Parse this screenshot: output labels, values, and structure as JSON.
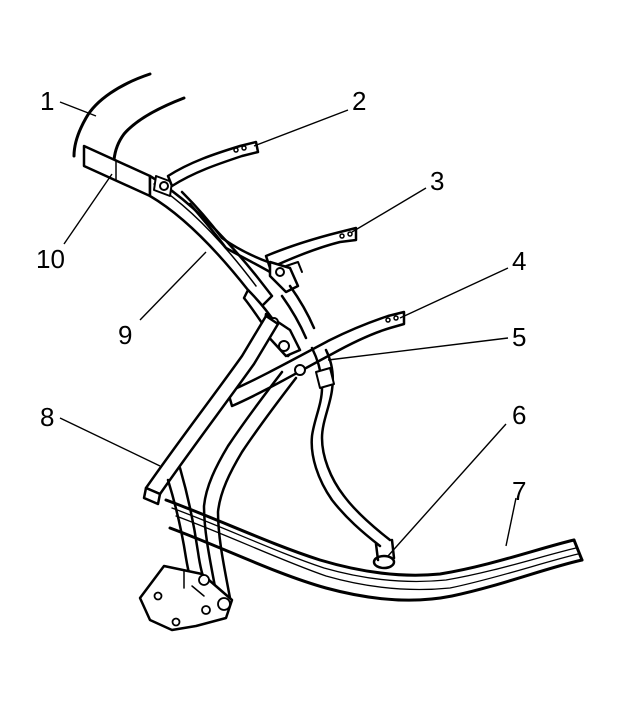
{
  "callouts": [
    {
      "id": "1",
      "label": "1"
    },
    {
      "id": "2",
      "label": "2"
    },
    {
      "id": "3",
      "label": "3"
    },
    {
      "id": "4",
      "label": "4"
    },
    {
      "id": "5",
      "label": "5"
    },
    {
      "id": "6",
      "label": "6"
    },
    {
      "id": "7",
      "label": "7"
    },
    {
      "id": "8",
      "label": "8"
    },
    {
      "id": "9",
      "label": "9"
    },
    {
      "id": "10",
      "label": "10"
    }
  ],
  "colors": {
    "ink": "#000000",
    "background": "#ffffff"
  }
}
